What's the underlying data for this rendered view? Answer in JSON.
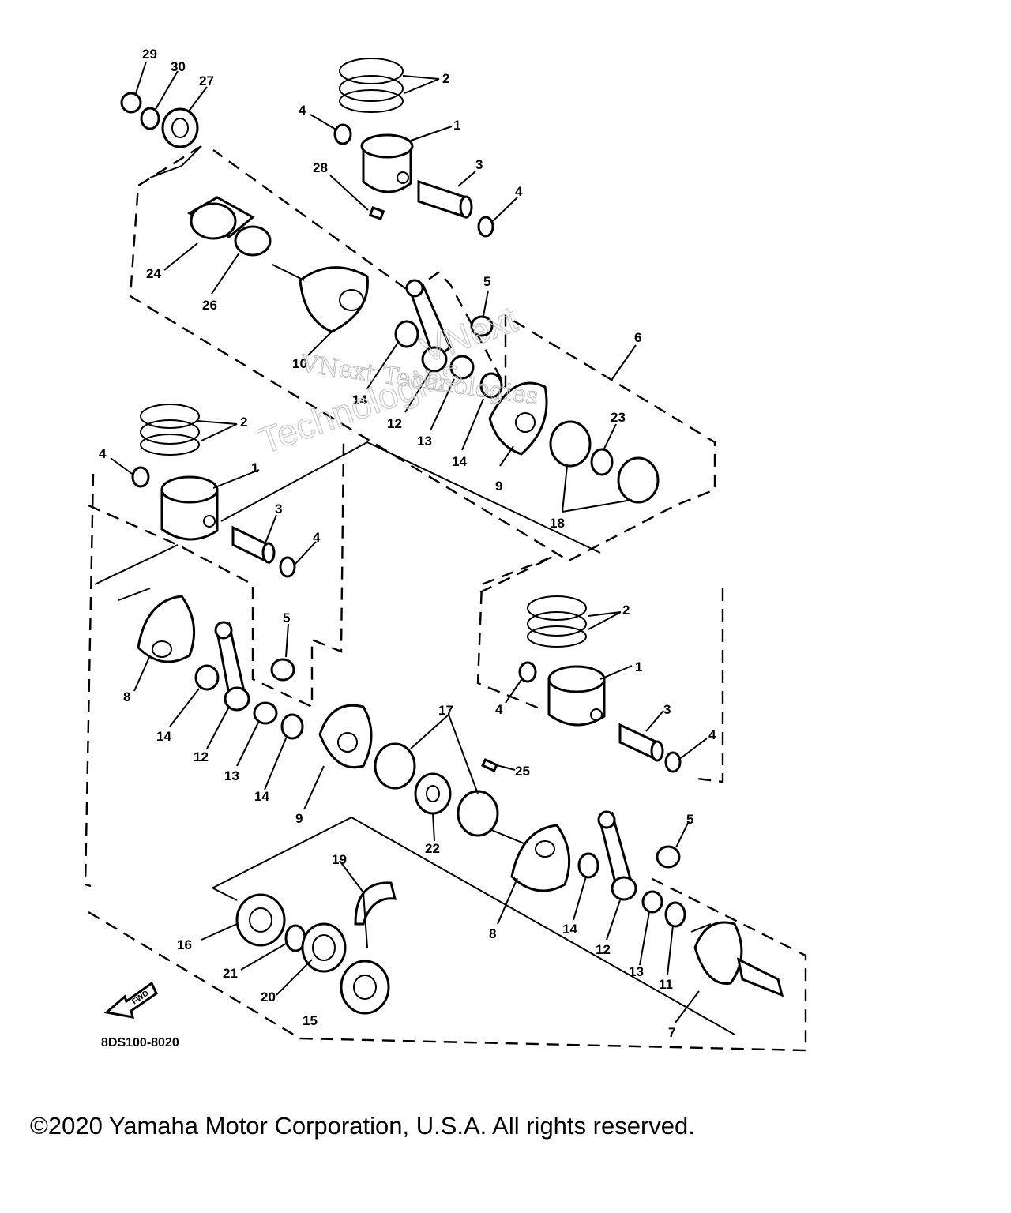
{
  "diagram_code": "8DS100-8020",
  "fwd_label": "FWD",
  "watermark": {
    "line1": "VNext Technologies",
    "line2": "VNext",
    "line3": "Technologies"
  },
  "copyright": "©2020 Yamaha Motor Corporation, U.S.A. All rights reserved.",
  "callouts": {
    "c29": "29",
    "c30": "30",
    "c27": "27",
    "c2a": "2",
    "c1a": "1",
    "c4a": "4",
    "c3a": "3",
    "c4b": "4",
    "c28": "28",
    "c24": "24",
    "c26": "26",
    "c5a": "5",
    "c6": "6",
    "c10": "10",
    "c14a": "14",
    "c12a": "12",
    "c13a": "13",
    "c14b": "14",
    "c9a": "9",
    "c23": "23",
    "c18": "18",
    "c2b": "2",
    "c4c": "4",
    "c1b": "1",
    "c3b": "3",
    "c4d": "4",
    "c5b": "5",
    "c8a": "8",
    "c14c": "14",
    "c12b": "12",
    "c13b": "13",
    "c14d": "14",
    "c9b": "9",
    "c17": "17",
    "c25": "25",
    "c22": "22",
    "c2c": "2",
    "c1c": "1",
    "c4e": "4",
    "c3c": "3",
    "c4f": "4",
    "c5c": "5",
    "c19": "19",
    "c16": "16",
    "c21": "21",
    "c20": "20",
    "c15": "15",
    "c8b": "8",
    "c14e": "14",
    "c12c": "12",
    "c13c": "13",
    "c11": "11",
    "c7": "7"
  }
}
